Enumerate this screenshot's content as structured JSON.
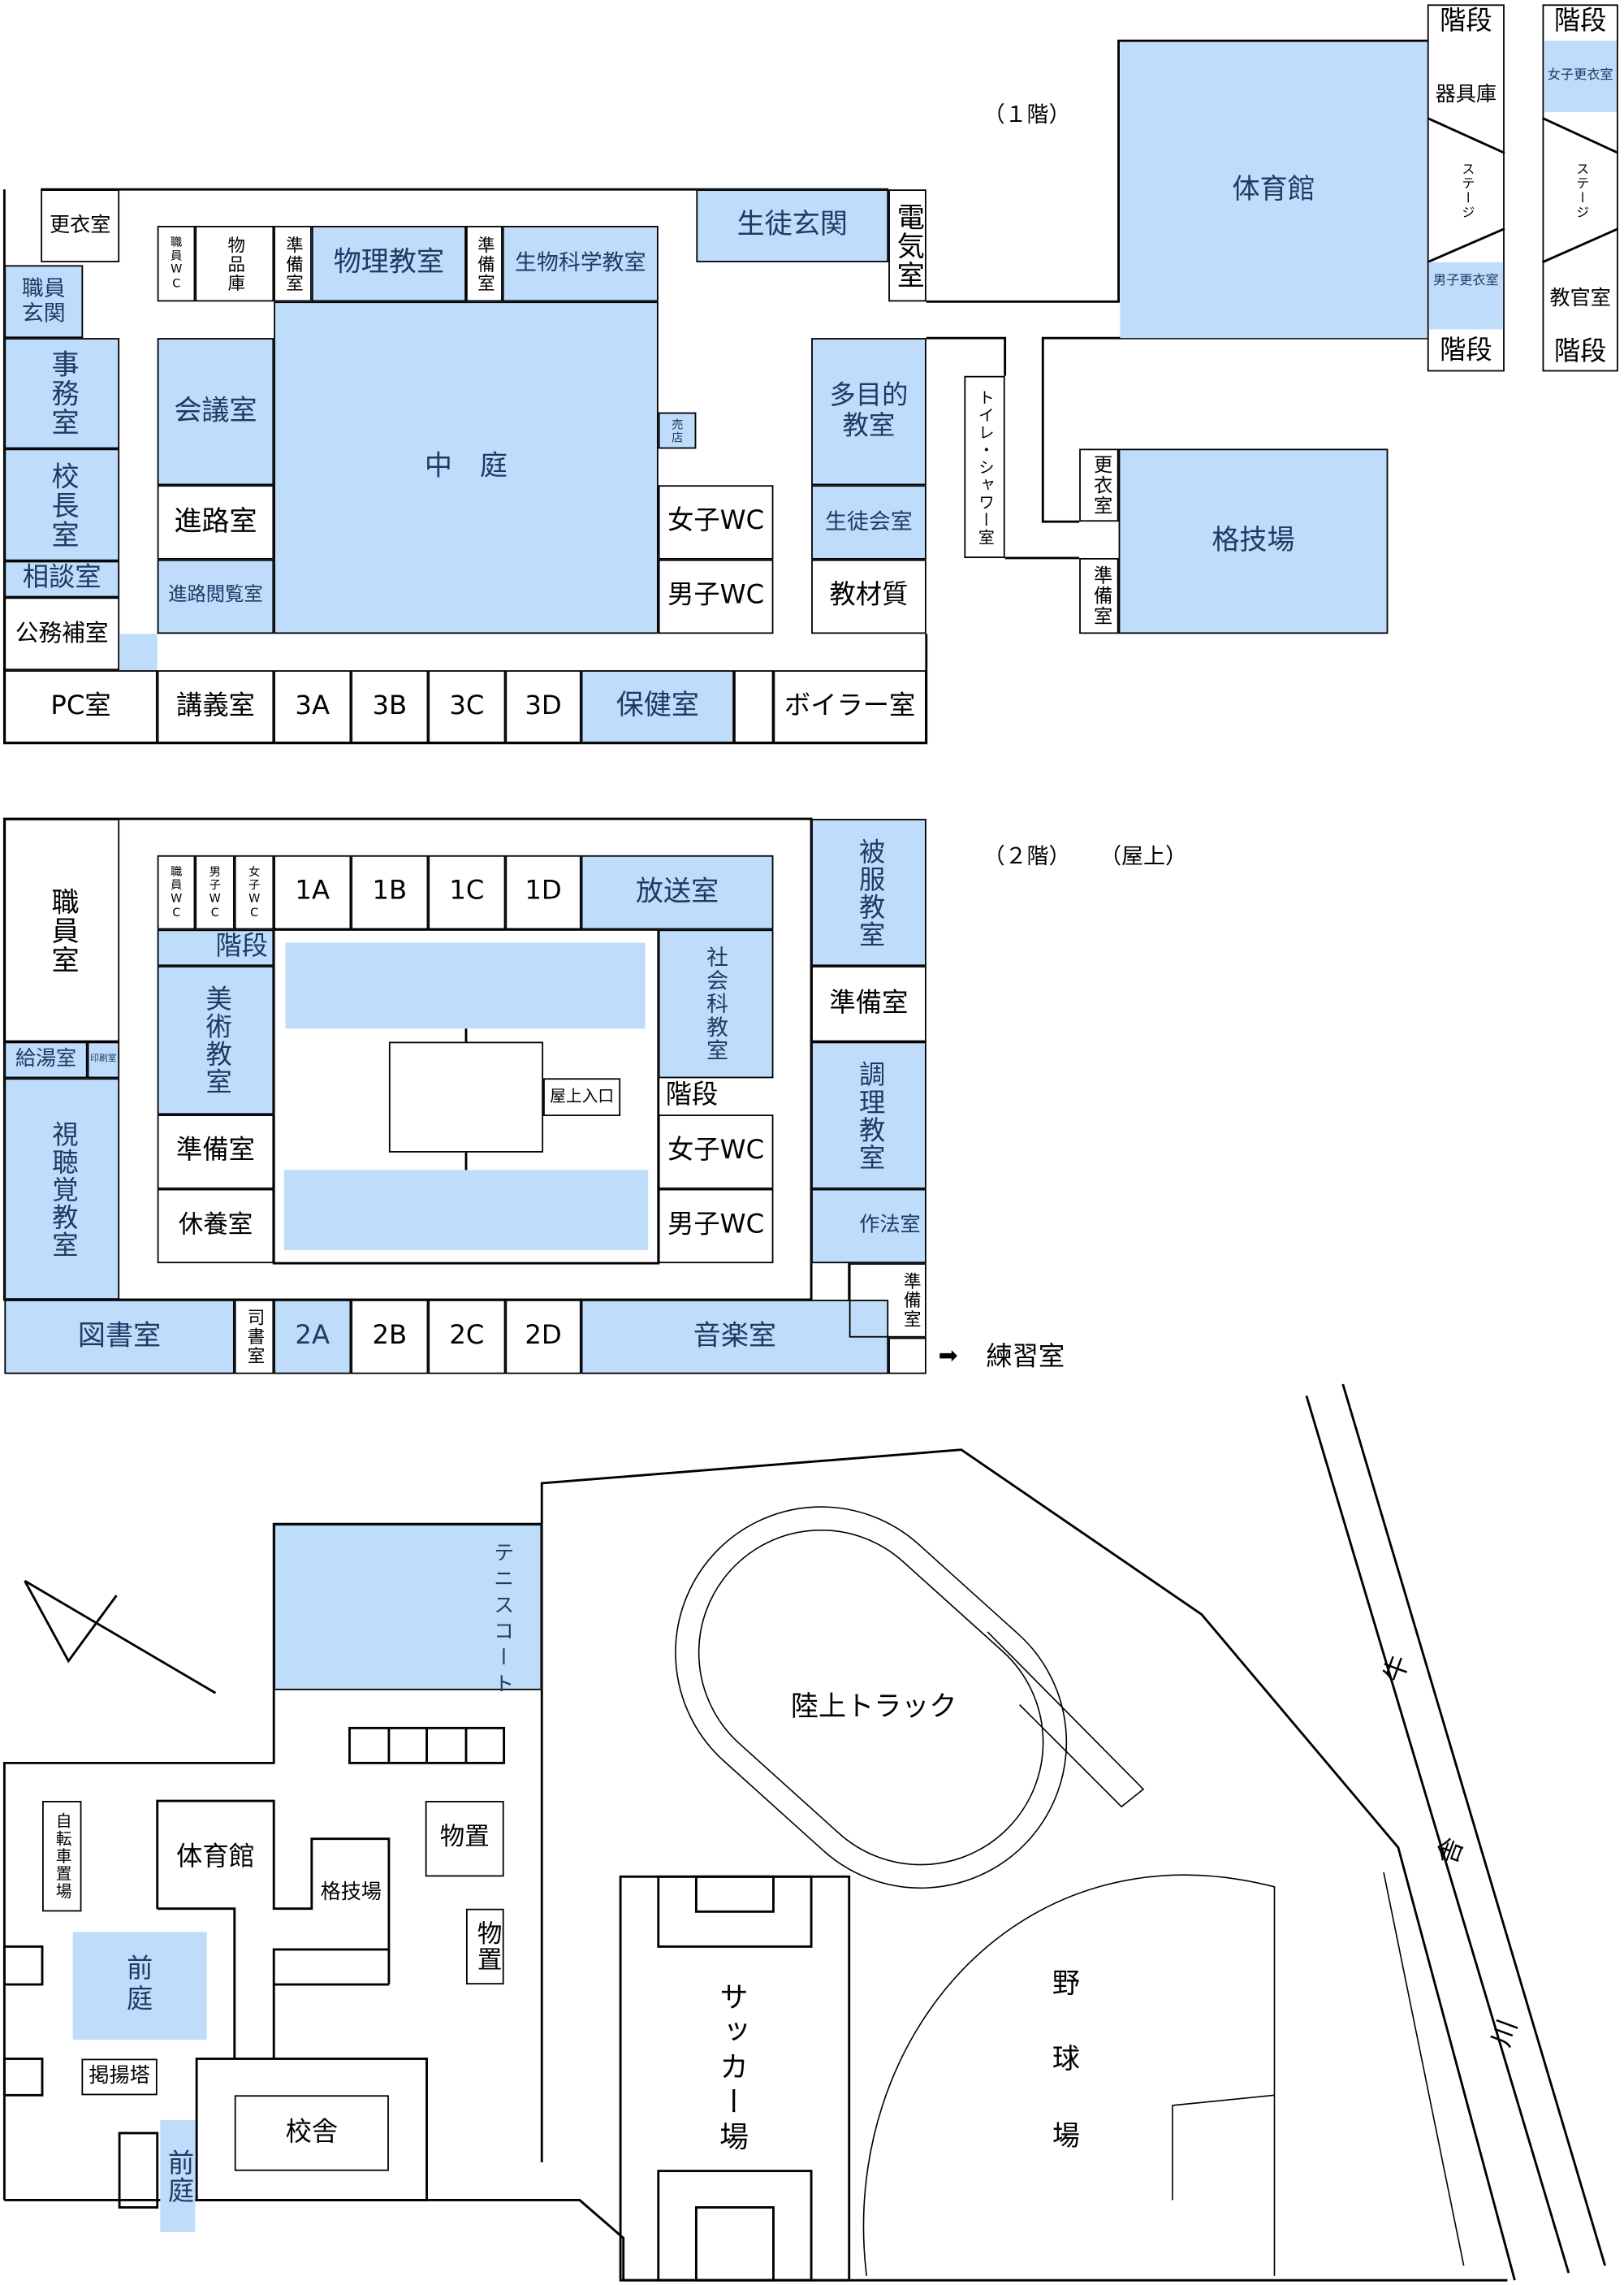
{
  "colors": {
    "room_fill": "#bfdcfb",
    "room_text": "#1f3a63",
    "line": "#000000"
  },
  "floor1": {
    "label": "（１階）",
    "rooms": {
      "koui": "更衣室",
      "shokuin_genkan": "職員玄関",
      "jimu": "事務室",
      "kocho": "校長室",
      "sodan": "相談室",
      "komuho": "公務補室",
      "pc": "PC室",
      "kogi": "講義室",
      "c3a": "3A",
      "c3b": "3B",
      "c3c": "3C",
      "c3d": "3D",
      "hoken": "保健室",
      "boiler": "ボイラー室",
      "shokuin_wc": "職員WC",
      "buppin": "物品庫",
      "junbi_a": "準備室",
      "butsuri": "物理教室",
      "junbi_b": "準備室",
      "seibutsu": "生物科学教室",
      "chutei": "中　庭",
      "kaigi": "会議室",
      "shinro": "進路室",
      "shinro_etsuran": "進路閲覧室",
      "baiten": "売店",
      "joshi_wc": "女子WC",
      "danshi_wc": "男子WC",
      "seito_genkan": "生徒玄関",
      "denki": "電気室",
      "tamokuteki": "多目的教室",
      "seitokai": "生徒会室",
      "kyozai": "教材質",
      "toilet_shower": "トイレ・シャワー室",
      "gym": "体育館",
      "kakugi": "格技場",
      "kakugi_koui": "更衣室",
      "kakugi_junbi": "準備室",
      "kaidan_1": "階段",
      "kiguko": "器具庫",
      "stage_1": "ステージ",
      "danshi_koui": "男子更衣室",
      "kaidan_2": "階段",
      "kaidan_3": "階段",
      "joshi_koui": "女子更衣室",
      "stage_2": "ステージ",
      "kyokan": "教官室",
      "kaidan_4": "階段"
    }
  },
  "floor2": {
    "label": "（２階）",
    "rooftop_label": "（屋上）",
    "practice_arrow": "➡",
    "practice_room": "練習室",
    "rooms": {
      "shokuin": "職員室",
      "kyuto": "給湯室",
      "insatsu": "印刷室",
      "shichokaku": "視聴覚教室",
      "tosho": "図書室",
      "shisho": "司書室",
      "c2a": "2A",
      "c2b": "2B",
      "c2c": "2C",
      "c2d": "2D",
      "ongaku": "音楽室",
      "shokuin_wc": "職員WC",
      "danshi_wc_s": "男子WC",
      "joshi_wc_s": "女子WC",
      "c1a": "1A",
      "c1b": "1B",
      "c1c": "1C",
      "c1d": "1D",
      "hoso": "放送室",
      "kaidan_l": "階段",
      "bijutsu": "美術教室",
      "junbi_l": "準備室",
      "kyuyo": "休養室",
      "okujo_iriguchi": "屋上入口",
      "shakai": "社会科教室",
      "kaidan_r": "階段",
      "joshi_wc": "女子WC",
      "danshi_wc": "男子WC",
      "hifuku": "被服教室",
      "junbi_r": "準備室",
      "chori": "調理教室",
      "saho": "作法室",
      "junbi_s": "準備室"
    }
  },
  "site_map": {
    "tennis": "テニスコート",
    "track": "陸上トラック",
    "bicycle": "自転車置場",
    "gym": "体育館",
    "kakugi": "格技場",
    "storage_1": "物置",
    "storage_2": "物置",
    "front_garden_1": "前庭",
    "flagpole": "掲揚塔",
    "school_building": "校舎",
    "front_garden_2": "前庭",
    "soccer": "サッカー場",
    "baseball_1": "野",
    "baseball_2": "球",
    "baseball_3": "場",
    "river_1": "牛",
    "river_2": "舎",
    "river_3": "川"
  }
}
